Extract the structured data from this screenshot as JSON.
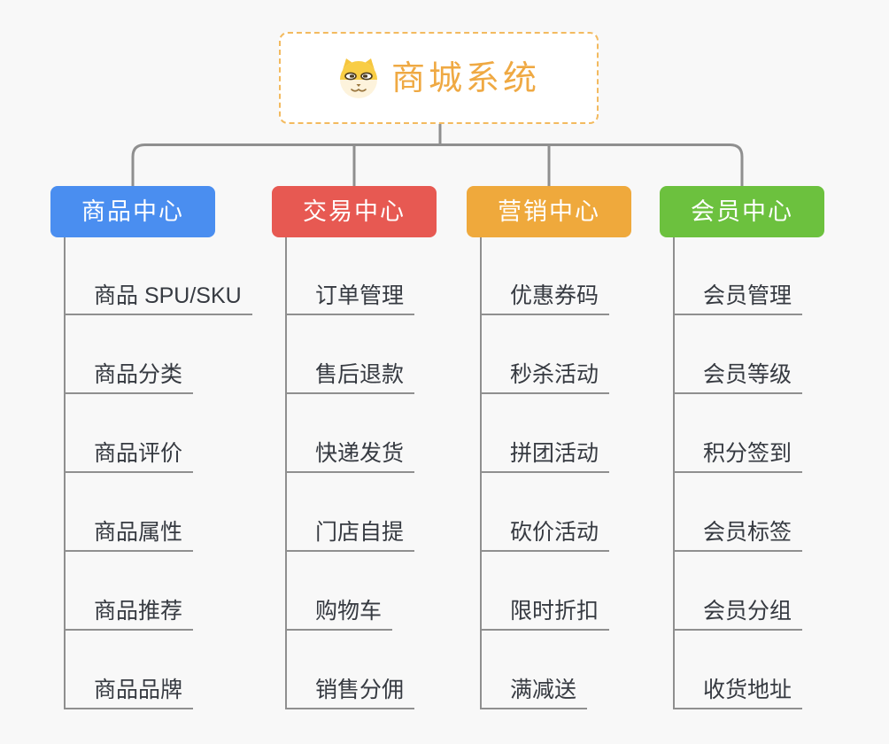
{
  "canvas": {
    "background": "#f8f8f8"
  },
  "root": {
    "title": "商城系统",
    "icon": "shiba-dog-icon",
    "title_color": "#EFA943",
    "border_color": "#F3BA5F"
  },
  "connector_color": "#8F8F8F",
  "branches": [
    {
      "label": "商品中心",
      "color": "#4A8EF0",
      "items": [
        "商品 SPU/SKU",
        "商品分类",
        "商品评价",
        "商品属性",
        "商品推荐",
        "商品品牌"
      ]
    },
    {
      "label": "交易中心",
      "color": "#E75952",
      "items": [
        "订单管理",
        "售后退款",
        "快递发货",
        "门店自提",
        "购物车",
        "销售分佣"
      ]
    },
    {
      "label": "营销中心",
      "color": "#EFA93C",
      "items": [
        "优惠券码",
        "秒杀活动",
        "拼团活动",
        "砍价活动",
        "限时折扣",
        "满减送"
      ]
    },
    {
      "label": "会员中心",
      "color": "#6CC13E",
      "items": [
        "会员管理",
        "会员等级",
        "积分签到",
        "会员标签",
        "会员分组",
        "收货地址"
      ]
    }
  ]
}
